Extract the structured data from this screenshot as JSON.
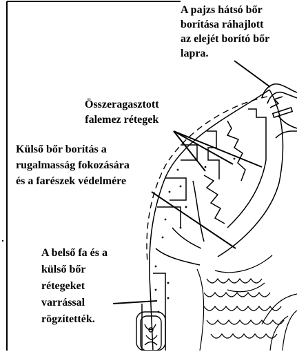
{
  "labels": {
    "back_cover": [
      "A pajzs hátsó bőr",
      "borítása ráhajlott",
      "az elejét borító bőr",
      "lapra."
    ],
    "glued_layers": [
      "Összeragasztott",
      "falemez rétegek"
    ],
    "outer_leather": [
      "Külső bőr borítás a",
      "rugalmasság fokozására",
      "és a farészek védelmére"
    ],
    "stitching": [
      "A belső fa és a",
      "külső bőr",
      "rétegeket",
      "varrással",
      "rögzítették."
    ]
  },
  "colors": {
    "ink": "#000000",
    "background": "#ffffff"
  }
}
